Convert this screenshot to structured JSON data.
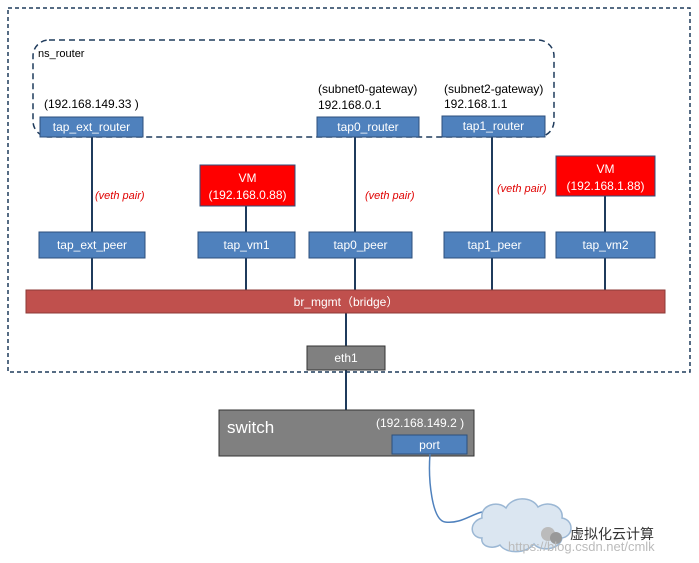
{
  "ns_router_label": "ns_router",
  "ext_router_ip": "(192.168.149.33 )",
  "subnet0_gateway": "(subnet0-gateway)",
  "subnet0_ip": "192.168.0.1",
  "subnet2_gateway": "(subnet2-gateway)",
  "subnet2_ip": "192.168.1.1",
  "tap_ext_router": "tap_ext_router",
  "tap0_router": "tap0_router",
  "tap1_router": "tap1_router",
  "veth_pair": "(veth pair)",
  "vm1_title": "VM",
  "vm1_ip": "(192.168.0.88)",
  "vm2_title": "VM",
  "vm2_ip": "(192.168.1.88)",
  "tap_ext_peer": "tap_ext_peer",
  "tap_vm1": "tap_vm1",
  "tap0_peer": "tap0_peer",
  "tap1_peer": "tap1_peer",
  "tap_vm2": "tap_vm2",
  "bridge_label": "br_mgmt（bridge）",
  "eth1": "eth1",
  "switch_label": "switch",
  "switch_ip": "(192.168.149.2 )",
  "port_label": "port",
  "watermark_text": "虚拟化云计算",
  "watermark_url": "https://blog.csdn.net/cmlk",
  "colors": {
    "blue_box": "#4f81bd",
    "blue_border": "#2c4f7c",
    "red_box": "#ff0000",
    "bridge": "#c0504d",
    "switch": "#808080",
    "line": "#1f3b5c",
    "dash": "#1f3b5c"
  }
}
